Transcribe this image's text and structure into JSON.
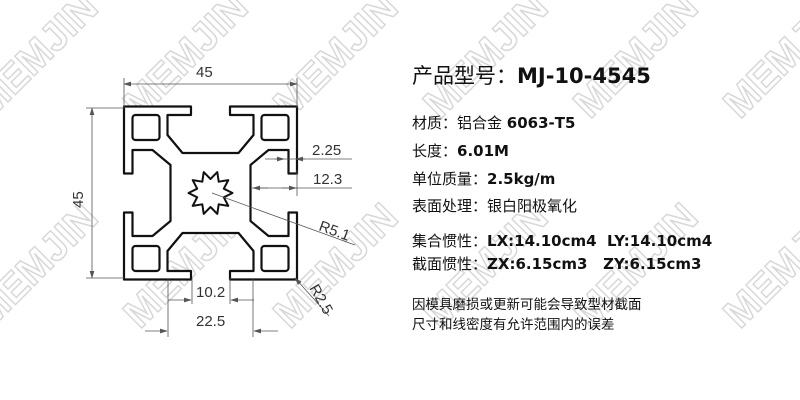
{
  "watermark": "MEMJIN",
  "product": {
    "label": "产品型号：",
    "model": "MJ-10-4545"
  },
  "specs": [
    {
      "label": "材质：",
      "value": "铝合金 ",
      "bold": "6063-T5"
    },
    {
      "label": "长度：",
      "value": "",
      "bold": "6.01M"
    },
    {
      "label": "单位质量：",
      "value": "",
      "bold": "2.5kg/m"
    },
    {
      "label": "表面处理：",
      "value": "银白阳极氧化",
      "bold": ""
    },
    {
      "label": "集合惯性：",
      "value": "",
      "bold": "LX:14.10cm4  LY:14.10cm4"
    },
    {
      "label": "截面惯性：",
      "value": "",
      "bold": "ZX:6.15cm3   ZY:6.15cm3"
    }
  ],
  "note": [
    "因模具磨损或更新可能会导致型材截面",
    "尺寸和线密度有允许范围内的误差"
  ],
  "dimensions": {
    "width": "45",
    "height": "45",
    "lip": "2.25",
    "depth": "12.3",
    "center_radius": "R5.1",
    "corner_radius": "R2.5",
    "slot_opening": "10.2",
    "slot_width": "22.5"
  }
}
